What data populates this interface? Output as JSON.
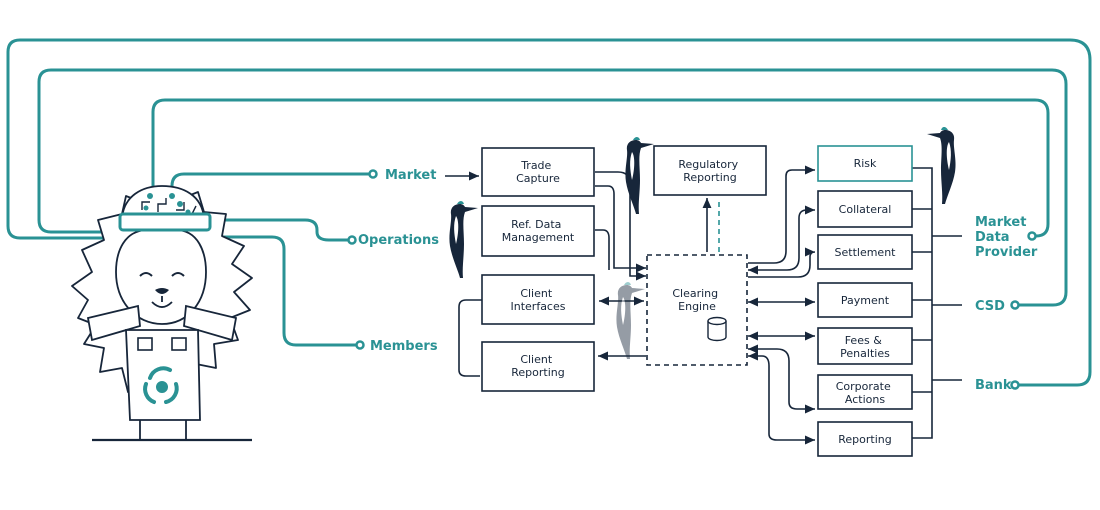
{
  "colors": {
    "teal": "#2a9294",
    "navy": "#17263a",
    "light_teal": "#7fb6b8",
    "dark_teal": "#1f6f71"
  },
  "external": {
    "market": "Market",
    "operations": "Operations",
    "members": "Members",
    "market_data_provider": [
      "Market",
      "Data",
      "Provider"
    ],
    "csd": "CSD",
    "bank": "Bank"
  },
  "boxes": {
    "trade_capture": [
      "Trade",
      "Capture"
    ],
    "ref_data": [
      "Ref. Data",
      "Management"
    ],
    "client_interfaces": [
      "Client",
      "Interfaces"
    ],
    "client_reporting": [
      "Client",
      "Reporting"
    ],
    "regulatory_reporting": [
      "Regulatory",
      "Reporting"
    ],
    "clearing_engine": [
      "Clearing",
      "Engine"
    ],
    "risk": [
      "Risk"
    ],
    "collateral": [
      "Collateral"
    ],
    "settlement": [
      "Settlement"
    ],
    "payment": [
      "Payment"
    ],
    "fees_penalties": [
      "Fees &",
      "Penalties"
    ],
    "corporate_actions": [
      "Corporate",
      "Actions"
    ],
    "reporting": [
      "Reporting"
    ]
  },
  "icons": {
    "mascot": "hedgehog-mascot-icon",
    "bird": "woodpecker-icon",
    "database": "database-icon",
    "logo": "swirl-logo-icon"
  }
}
